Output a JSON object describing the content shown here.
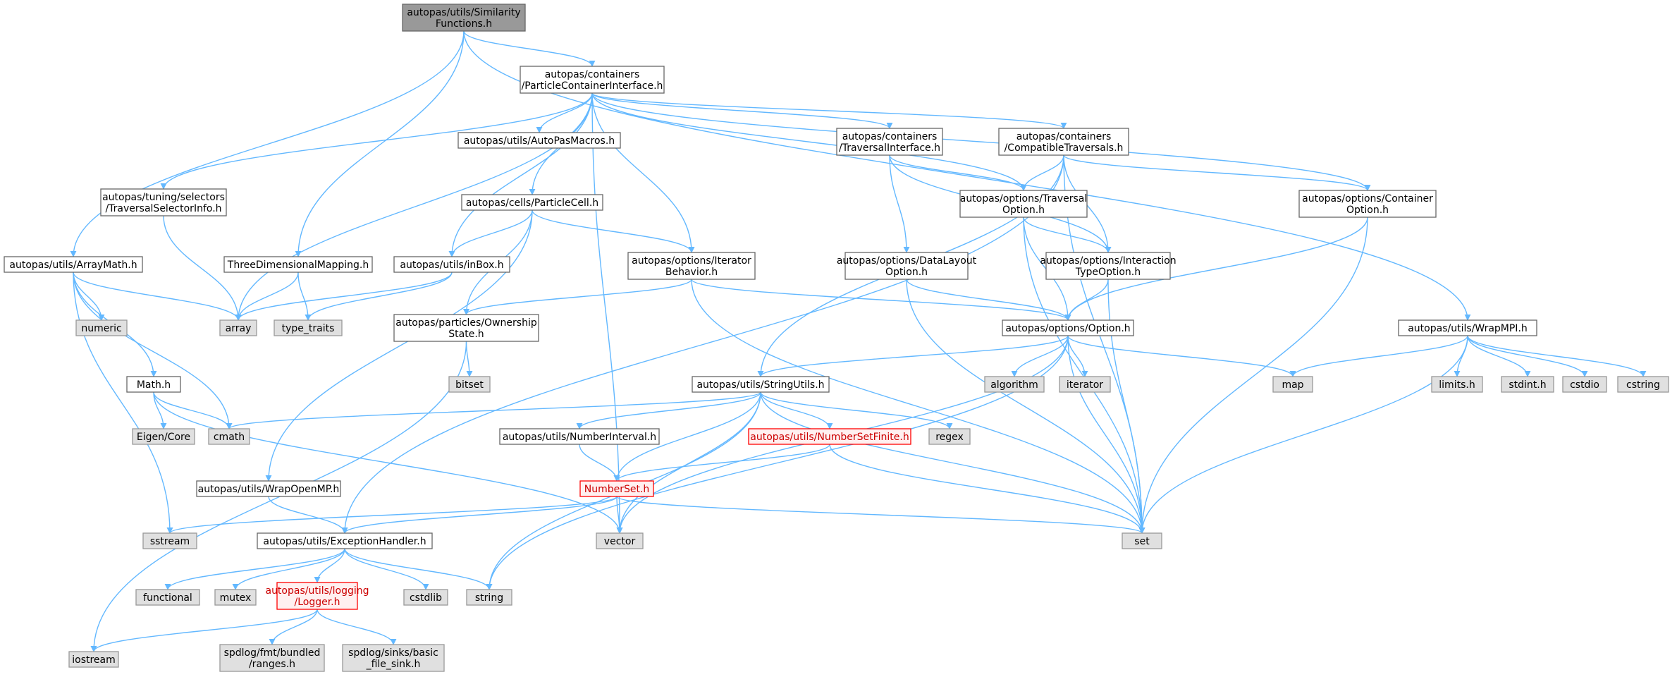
{
  "colors": {
    "edge": "#63b8ff",
    "node_fill": "#ffffff",
    "node_border": "#666666",
    "system_fill": "#e0e0e0",
    "system_border": "#999999",
    "root_fill": "#999999",
    "root_border": "#666666",
    "truncated_fill": "#fff0f0",
    "truncated_border": "#ff0000"
  },
  "nodes": [
    {
      "id": "root",
      "kind": "root",
      "lines": [
        "autopas/utils/Similarity",
        "Functions.h"
      ]
    },
    {
      "id": "pci",
      "kind": "normal",
      "lines": [
        "autopas/containers",
        "/ParticleContainerInterface.h"
      ]
    },
    {
      "id": "arraymath",
      "kind": "normal",
      "lines": [
        "autopas/utils/ArrayMath.h"
      ]
    },
    {
      "id": "threedim",
      "kind": "normal",
      "lines": [
        "ThreeDimensionalMapping.h"
      ]
    },
    {
      "id": "wrapmpi",
      "kind": "normal",
      "lines": [
        "autopas/utils/WrapMPI.h"
      ]
    },
    {
      "id": "tsi",
      "kind": "normal",
      "lines": [
        "autopas/tuning/selectors",
        "/TraversalSelectorInfo.h"
      ]
    },
    {
      "id": "macros",
      "kind": "normal",
      "lines": [
        "autopas/utils/AutoPasMacros.h"
      ]
    },
    {
      "id": "travif",
      "kind": "normal",
      "lines": [
        "autopas/containers",
        "/TraversalInterface.h"
      ]
    },
    {
      "id": "compat",
      "kind": "normal",
      "lines": [
        "autopas/containers",
        "/CompatibleTraversals.h"
      ]
    },
    {
      "id": "pcell",
      "kind": "normal",
      "lines": [
        "autopas/cells/ParticleCell.h"
      ]
    },
    {
      "id": "travopt",
      "kind": "normal",
      "lines": [
        "autopas/options/Traversal",
        "Option.h"
      ]
    },
    {
      "id": "contopt",
      "kind": "normal",
      "lines": [
        "autopas/options/Container",
        "Option.h"
      ]
    },
    {
      "id": "inbox",
      "kind": "normal",
      "lines": [
        "autopas/utils/inBox.h"
      ]
    },
    {
      "id": "iterbeh",
      "kind": "normal",
      "lines": [
        "autopas/options/Iterator",
        "Behavior.h"
      ]
    },
    {
      "id": "dlopt",
      "kind": "normal",
      "lines": [
        "autopas/options/DataLayout",
        "Option.h"
      ]
    },
    {
      "id": "itopt",
      "kind": "normal",
      "lines": [
        "autopas/options/Interaction",
        "TypeOption.h"
      ]
    },
    {
      "id": "option",
      "kind": "normal",
      "lines": [
        "autopas/options/Option.h"
      ]
    },
    {
      "id": "ownership",
      "kind": "normal",
      "lines": [
        "autopas/particles/Ownership",
        "State.h"
      ]
    },
    {
      "id": "stringutils",
      "kind": "normal",
      "lines": [
        "autopas/utils/StringUtils.h"
      ]
    },
    {
      "id": "mathh",
      "kind": "normal",
      "lines": [
        "Math.h"
      ]
    },
    {
      "id": "numint",
      "kind": "normal",
      "lines": [
        "autopas/utils/NumberInterval.h"
      ]
    },
    {
      "id": "numfin",
      "kind": "truncated",
      "lines": [
        "autopas/utils/NumberSetFinite.h"
      ]
    },
    {
      "id": "numset",
      "kind": "truncated",
      "lines": [
        "NumberSet.h"
      ]
    },
    {
      "id": "wrapomp",
      "kind": "normal",
      "lines": [
        "autopas/utils/WrapOpenMP.h"
      ]
    },
    {
      "id": "exc",
      "kind": "normal",
      "lines": [
        "autopas/utils/ExceptionHandler.h"
      ]
    },
    {
      "id": "logger",
      "kind": "truncated",
      "lines": [
        "autopas/utils/logging",
        "/Logger.h"
      ]
    },
    {
      "id": "array",
      "kind": "system",
      "lines": [
        "array"
      ]
    },
    {
      "id": "typetraits",
      "kind": "system",
      "lines": [
        "type_traits"
      ]
    },
    {
      "id": "numeric",
      "kind": "system",
      "lines": [
        "numeric"
      ]
    },
    {
      "id": "bitset",
      "kind": "system",
      "lines": [
        "bitset"
      ]
    },
    {
      "id": "algorithm",
      "kind": "system",
      "lines": [
        "algorithm"
      ]
    },
    {
      "id": "iterator",
      "kind": "system",
      "lines": [
        "iterator"
      ]
    },
    {
      "id": "map",
      "kind": "system",
      "lines": [
        "map"
      ]
    },
    {
      "id": "limits",
      "kind": "system",
      "lines": [
        "limits.h"
      ]
    },
    {
      "id": "stdint",
      "kind": "system",
      "lines": [
        "stdint.h"
      ]
    },
    {
      "id": "cstdio",
      "kind": "system",
      "lines": [
        "cstdio"
      ]
    },
    {
      "id": "cstring",
      "kind": "system",
      "lines": [
        "cstring"
      ]
    },
    {
      "id": "eigen",
      "kind": "system",
      "lines": [
        "Eigen/Core"
      ]
    },
    {
      "id": "cmath",
      "kind": "system",
      "lines": [
        "cmath"
      ]
    },
    {
      "id": "regex",
      "kind": "system",
      "lines": [
        "regex"
      ]
    },
    {
      "id": "sstream",
      "kind": "system",
      "lines": [
        "sstream"
      ]
    },
    {
      "id": "vector",
      "kind": "system",
      "lines": [
        "vector"
      ]
    },
    {
      "id": "set",
      "kind": "system",
      "lines": [
        "set"
      ]
    },
    {
      "id": "functional",
      "kind": "system",
      "lines": [
        "functional"
      ]
    },
    {
      "id": "mutex",
      "kind": "system",
      "lines": [
        "mutex"
      ]
    },
    {
      "id": "cstdlib",
      "kind": "system",
      "lines": [
        "cstdlib"
      ]
    },
    {
      "id": "string",
      "kind": "system",
      "lines": [
        "string"
      ]
    },
    {
      "id": "iostream",
      "kind": "system",
      "lines": [
        "iostream"
      ]
    },
    {
      "id": "spdlogranges",
      "kind": "system",
      "lines": [
        "spdlog/fmt/bundled",
        "/ranges.h"
      ]
    },
    {
      "id": "spdlogsink",
      "kind": "system",
      "lines": [
        "spdlog/sinks/basic",
        "_file_sink.h"
      ]
    }
  ],
  "edges": [
    {
      "from": "root",
      "to": "pci"
    },
    {
      "from": "root",
      "to": "arraymath"
    },
    {
      "from": "root",
      "to": "threedim"
    },
    {
      "from": "root",
      "to": "wrapmpi"
    },
    {
      "from": "pci",
      "to": "tsi"
    },
    {
      "from": "pci",
      "to": "array"
    },
    {
      "from": "pci",
      "to": "inbox"
    },
    {
      "from": "pci",
      "to": "pcell"
    },
    {
      "from": "pci",
      "to": "macros"
    },
    {
      "from": "pci",
      "to": "iterbeh"
    },
    {
      "from": "pci",
      "to": "vector"
    },
    {
      "from": "pci",
      "to": "travif"
    },
    {
      "from": "pci",
      "to": "compat"
    },
    {
      "from": "pci",
      "to": "travopt"
    },
    {
      "from": "pci",
      "to": "contopt"
    },
    {
      "from": "tsi",
      "to": "array"
    },
    {
      "from": "arraymath",
      "to": "array"
    },
    {
      "from": "arraymath",
      "to": "numeric"
    },
    {
      "from": "arraymath",
      "to": "mathh"
    },
    {
      "from": "arraymath",
      "to": "cmath"
    },
    {
      "from": "arraymath",
      "to": "sstream"
    },
    {
      "from": "threedim",
      "to": "array"
    },
    {
      "from": "threedim",
      "to": "typetraits"
    },
    {
      "from": "pcell",
      "to": "inbox"
    },
    {
      "from": "pcell",
      "to": "ownership"
    },
    {
      "from": "pcell",
      "to": "iterbeh"
    },
    {
      "from": "pcell",
      "to": "wrapomp"
    },
    {
      "from": "inbox",
      "to": "array"
    },
    {
      "from": "inbox",
      "to": "typetraits"
    },
    {
      "from": "iterbeh",
      "to": "ownership"
    },
    {
      "from": "iterbeh",
      "to": "option"
    },
    {
      "from": "iterbeh",
      "to": "set"
    },
    {
      "from": "ownership",
      "to": "bitset"
    },
    {
      "from": "ownership",
      "to": "iostream"
    },
    {
      "from": "travif",
      "to": "travopt"
    },
    {
      "from": "travif",
      "to": "dlopt"
    },
    {
      "from": "travif",
      "to": "itopt"
    },
    {
      "from": "compat",
      "to": "travopt"
    },
    {
      "from": "compat",
      "to": "itopt"
    },
    {
      "from": "compat",
      "to": "contopt"
    },
    {
      "from": "compat",
      "to": "stringutils"
    },
    {
      "from": "compat",
      "to": "exc"
    },
    {
      "from": "compat",
      "to": "set"
    },
    {
      "from": "travopt",
      "to": "itopt"
    },
    {
      "from": "travopt",
      "to": "option"
    },
    {
      "from": "travopt",
      "to": "set"
    },
    {
      "from": "contopt",
      "to": "option"
    },
    {
      "from": "contopt",
      "to": "set"
    },
    {
      "from": "dlopt",
      "to": "option"
    },
    {
      "from": "dlopt",
      "to": "set"
    },
    {
      "from": "itopt",
      "to": "option"
    },
    {
      "from": "itopt",
      "to": "set"
    },
    {
      "from": "option",
      "to": "stringutils"
    },
    {
      "from": "option",
      "to": "algorithm"
    },
    {
      "from": "option",
      "to": "iterator"
    },
    {
      "from": "option",
      "to": "map"
    },
    {
      "from": "option",
      "to": "set"
    },
    {
      "from": "option",
      "to": "vector"
    },
    {
      "from": "option",
      "to": "string"
    },
    {
      "from": "wrapmpi",
      "to": "map"
    },
    {
      "from": "wrapmpi",
      "to": "limits"
    },
    {
      "from": "wrapmpi",
      "to": "stdint"
    },
    {
      "from": "wrapmpi",
      "to": "cstdio"
    },
    {
      "from": "wrapmpi",
      "to": "cstring"
    },
    {
      "from": "wrapmpi",
      "to": "set"
    },
    {
      "from": "stringutils",
      "to": "cmath"
    },
    {
      "from": "stringutils",
      "to": "numint"
    },
    {
      "from": "stringutils",
      "to": "numfin"
    },
    {
      "from": "stringutils",
      "to": "numset"
    },
    {
      "from": "stringutils",
      "to": "regex"
    },
    {
      "from": "stringutils",
      "to": "set"
    },
    {
      "from": "stringutils",
      "to": "vector"
    },
    {
      "from": "stringutils",
      "to": "string"
    },
    {
      "from": "mathh",
      "to": "eigen"
    },
    {
      "from": "mathh",
      "to": "cmath"
    },
    {
      "from": "mathh",
      "to": "vector"
    },
    {
      "from": "numint",
      "to": "numset"
    },
    {
      "from": "numfin",
      "to": "numset"
    },
    {
      "from": "numfin",
      "to": "set"
    },
    {
      "from": "numset",
      "to": "exc"
    },
    {
      "from": "numset",
      "to": "sstream"
    },
    {
      "from": "numset",
      "to": "vector"
    },
    {
      "from": "numset",
      "to": "set"
    },
    {
      "from": "wrapomp",
      "to": "exc"
    },
    {
      "from": "exc",
      "to": "functional"
    },
    {
      "from": "exc",
      "to": "mutex"
    },
    {
      "from": "exc",
      "to": "logger"
    },
    {
      "from": "exc",
      "to": "cstdlib"
    },
    {
      "from": "exc",
      "to": "string"
    },
    {
      "from": "logger",
      "to": "iostream"
    },
    {
      "from": "logger",
      "to": "spdlogranges"
    },
    {
      "from": "logger",
      "to": "spdlogsink"
    }
  ]
}
